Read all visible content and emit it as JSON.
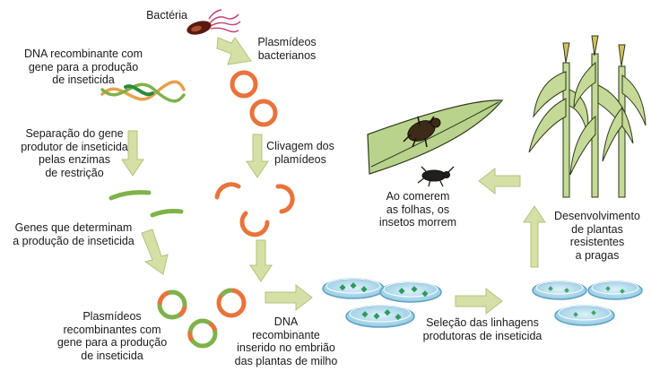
{
  "labels": {
    "bacteria": "Bactéria",
    "recombinant_dna": "DNA recombinante com\ngene para a produção\nde inseticida",
    "bacterial_plasmids": "Plasmídeos\nbacterianos",
    "gene_separation": "Separação do gene\nprodutor de inseticida\npelas enzimas\nde restrição",
    "plasmid_cleavage": "Clivagem dos\nplamídeos",
    "genes_determine": "Genes que determinam\na produção de inseticida",
    "recombinant_plasmids": "Plasmídeos\nrecombinantes com\ngene para a produção\nde inseticida",
    "dna_inserted": "DNA\nrecombinante\ninserido no embrião\ndas plantas de milho",
    "line_selection": "Seleção das linhagens\nprodutoras de inseticida",
    "plant_development": "Desenvolvimento\nde plantas\nresistentes\na pragas",
    "insects_die": "Ao comerem\nas folhas, os\ninsetos morrem"
  },
  "icons": {
    "bacterium": "bacterium-icon",
    "dna": "dna-helix-icon",
    "plasmid": "plasmid-ring-icon",
    "cut_plasmid": "cut-plasmid-icon",
    "gene_fragment": "gene-fragment-icon",
    "recombinant_plasmid": "recombinant-plasmid-icon",
    "petri_dish": "petri-dish-icon",
    "corn_plant": "corn-plant-icon",
    "leaf": "leaf-icon",
    "beetle": "beetle-icon",
    "arrow": "flow-arrow-icon"
  },
  "colors": {
    "plasmid": "#e8743b",
    "gene": "#7fb24a",
    "arrow": "#d4e0a6",
    "dish": "#a6d3e8",
    "plant": "#b8d08a",
    "leaf": "#b9d38d",
    "insect": "#3d2b1a"
  }
}
